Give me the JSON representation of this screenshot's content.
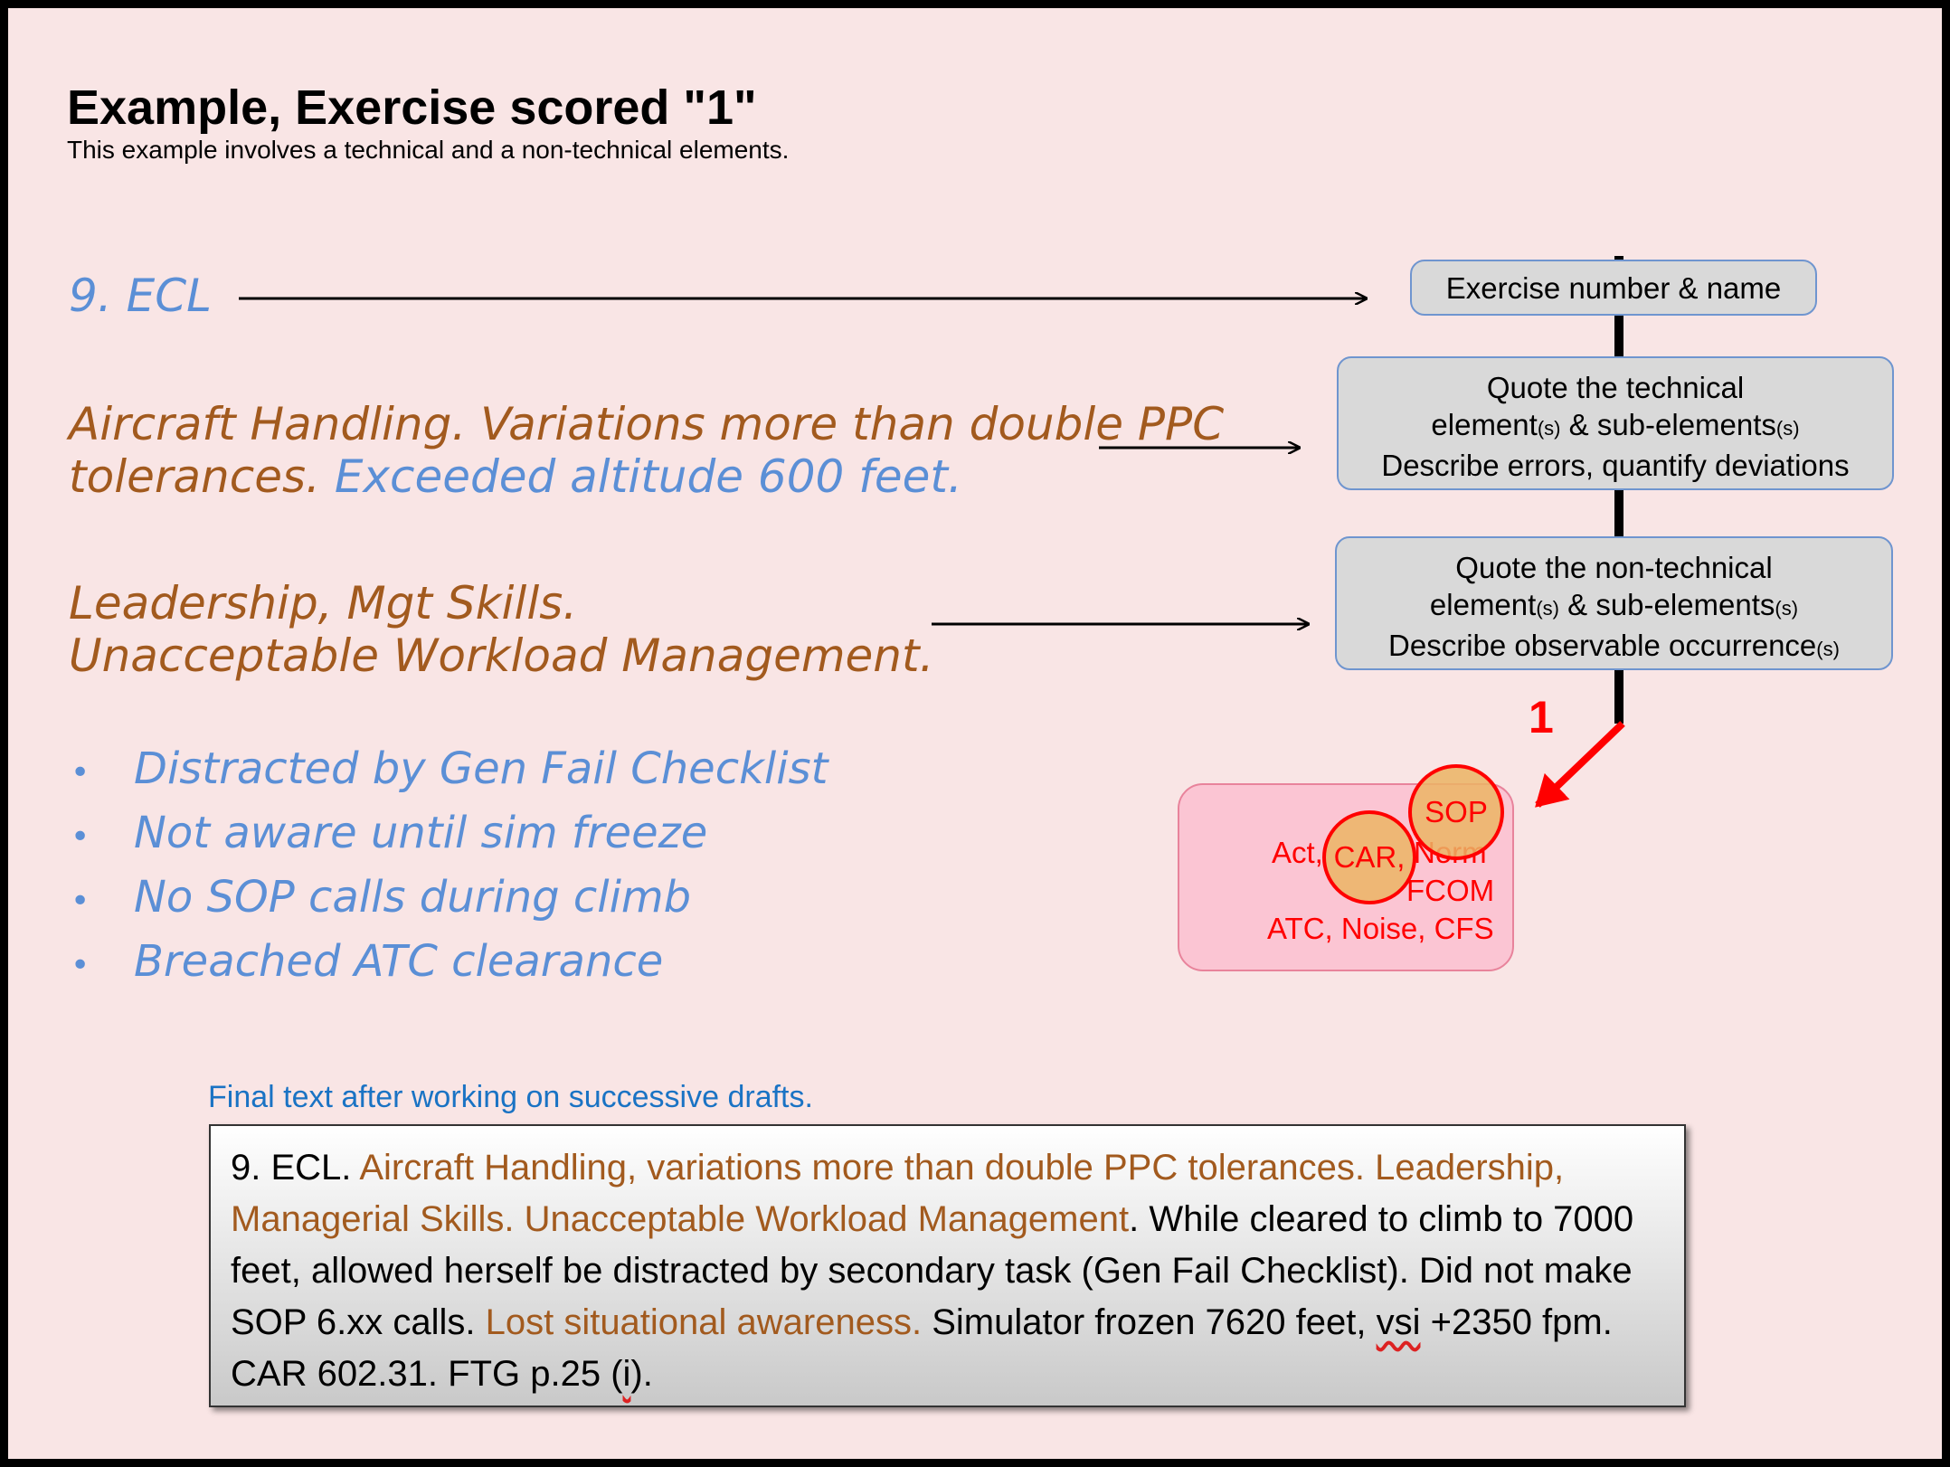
{
  "title": "Example, Exercise scored \"1\"",
  "subtitle": "This example involves a technical and a non-technical elements.",
  "exercise_label": "9. ECL",
  "technical": {
    "line1": "Aircraft Handling. Variations more than double PPC",
    "line2_brown": "tolerances.",
    "line2_blue": "Exceeded altitude 600 feet."
  },
  "non_technical": {
    "line1": "Leadership, Mgt Skills.",
    "line2": "Unacceptable Workload Management."
  },
  "bullets": [
    "Distracted by Gen Fail Checklist",
    "Not aware until sim freeze",
    "No SOP calls during climb",
    "Breached ATC clearance"
  ],
  "boxes": {
    "box1": "Exercise number & name",
    "box2": {
      "l1": "Quote the technical",
      "l2a": "element",
      "l2b": "(s)",
      "l2c": " & sub-elements",
      "l2d": "(s)",
      "l3": "Describe errors, quantify deviations"
    },
    "box3": {
      "l1": "Quote the non-technical",
      "l2a": "element",
      "l2b": "(s)",
      "l2c": " & sub-elements",
      "l2d": "(s)",
      "l3a": "Describe observable occurrence",
      "l3b": "(s)"
    }
  },
  "references": {
    "line1_a": "Act,",
    "line1_b": "Norm",
    "line2": "FCOM",
    "line3": "ATC, Noise, CFS",
    "circle_car": "CAR,",
    "circle_sop": "SOP"
  },
  "score": "1",
  "final_label": "Final text after working on successive drafts.",
  "final_text": {
    "p1": "9. ECL. ",
    "p2": "Aircraft Handling, variations more than double PPC tolerances. Leadership, Managerial Skills. Unacceptable Workload Management",
    "p3": ". While cleared to climb to 7000 feet, allowed herself be distracted by secondary task (Gen Fail Checklist). Did not make SOP 6.xx calls. ",
    "p4": "Lost situational awareness.",
    "p5": " Simulator frozen 7620 feet, ",
    "p6": "vsi",
    "p7": " +2350 fpm. CAR 602.31. FTG p.25 (",
    "p8": "i",
    "p9": ")."
  },
  "colors": {
    "background": "#f9e5e5",
    "blue_text": "#5b8fd6",
    "brown_text": "#a25a1e",
    "red": "#ff0000",
    "box_fill": "#d9d9d9",
    "pink_box": "#fbc5d3"
  }
}
